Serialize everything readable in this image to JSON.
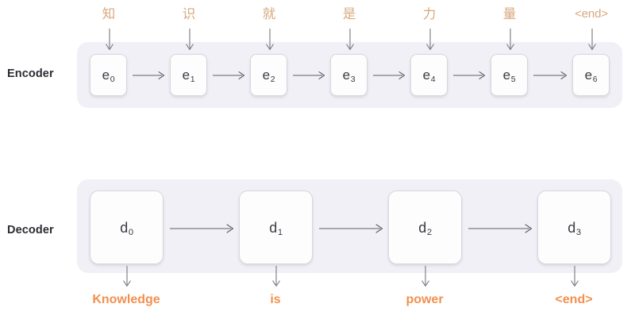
{
  "diagram": {
    "title": "Encoder-Decoder sequence diagram",
    "colors": {
      "band_background": "#f1f0f6",
      "cell_background": "#fdfdfe",
      "cell_border": "#d7d7dd",
      "input_token": "#d7a87e",
      "output_token": "#f3904e",
      "label_text": "#2b2b33",
      "arrow": "#5e5e68"
    }
  },
  "encoder": {
    "label": "Encoder",
    "inputs": [
      {
        "text": "知",
        "type": "cjk"
      },
      {
        "text": "识",
        "type": "cjk"
      },
      {
        "text": "就",
        "type": "cjk"
      },
      {
        "text": "是",
        "type": "cjk"
      },
      {
        "text": "力",
        "type": "cjk"
      },
      {
        "text": "量",
        "type": "cjk"
      },
      {
        "text": "<end>",
        "type": "latin"
      }
    ],
    "cells": [
      {
        "base": "e",
        "sub": "0"
      },
      {
        "base": "e",
        "sub": "1"
      },
      {
        "base": "e",
        "sub": "2"
      },
      {
        "base": "e",
        "sub": "3"
      },
      {
        "base": "e",
        "sub": "4"
      },
      {
        "base": "e",
        "sub": "5"
      },
      {
        "base": "e",
        "sub": "6"
      }
    ]
  },
  "decoder": {
    "label": "Decoder",
    "cells": [
      {
        "base": "d",
        "sub": "0"
      },
      {
        "base": "d",
        "sub": "1"
      },
      {
        "base": "d",
        "sub": "2"
      },
      {
        "base": "d",
        "sub": "3"
      }
    ],
    "outputs": [
      {
        "text": "Knowledge"
      },
      {
        "text": "is"
      },
      {
        "text": "power"
      },
      {
        "text": "<end>"
      }
    ]
  }
}
